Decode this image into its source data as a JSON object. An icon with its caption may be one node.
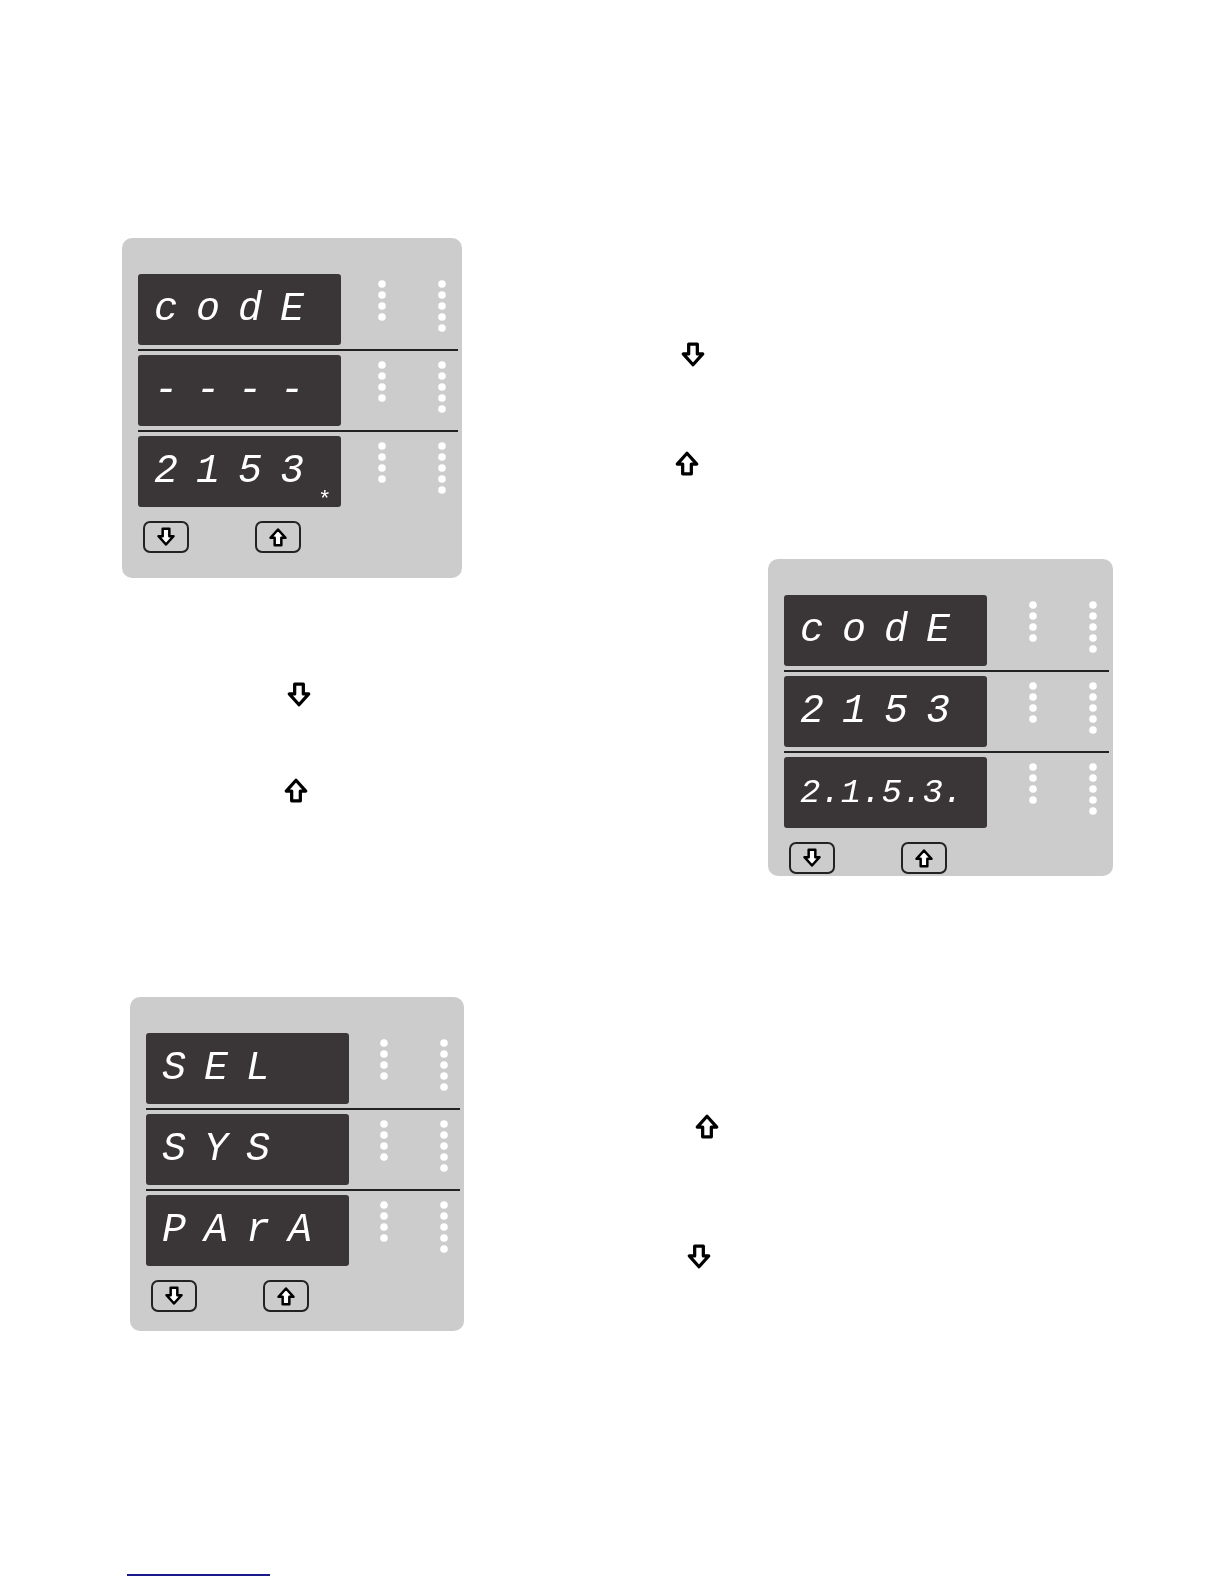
{
  "diagram": {
    "nodes": [
      {
        "text": [],
        "shape": "box"
      },
      {
        "text": [
          "codE"
        ],
        "in": 0
      },
      {
        "text": [
          "----"
        ],
        "in": 0
      },
      {
        "text": [
          "2153",
          "*"
        ],
        "in": 0
      },
      {
        "text": [],
        "shape": "box"
      },
      {
        "text": [
          "codE"
        ],
        "in": 4
      },
      {
        "text": [
          "2153"
        ],
        "in": 4
      },
      {
        "text": [
          "2.1.5.3."
        ],
        "in": 4
      },
      {
        "text": [],
        "shape": "box"
      },
      {
        "text": [
          "SEL"
        ],
        "in": 8
      },
      {
        "text": [
          "SYS"
        ],
        "in": 8
      },
      {
        "text": [
          "PArA"
        ],
        "in": 8
      }
    ]
  }
}
